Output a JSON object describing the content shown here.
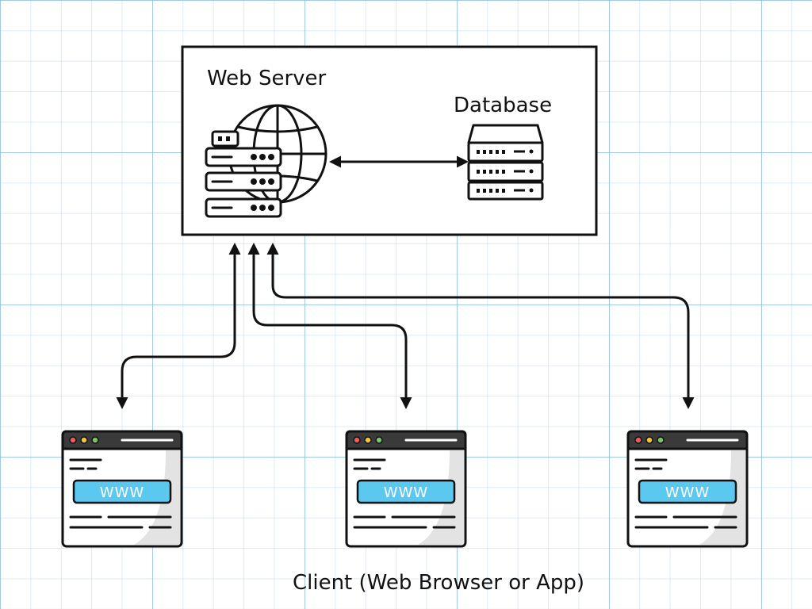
{
  "server_box": {
    "label": "Web Server"
  },
  "database": {
    "label": "Database"
  },
  "clients": {
    "caption": "Client (Web Browser or App)",
    "items": [
      {
        "url_label": "WWW"
      },
      {
        "url_label": "WWW"
      },
      {
        "url_label": "WWW"
      }
    ]
  },
  "colors": {
    "line": "#111111",
    "url_bar": "#5bc8ef",
    "titlebar": "#3a3a3a",
    "dot_red": "#e85c5c",
    "dot_yellow": "#f3c43f",
    "dot_green": "#7dc36b"
  },
  "icons": {
    "server": "server-rack-globe-icon",
    "database": "database-server-icon",
    "client": "browser-window-icon"
  }
}
